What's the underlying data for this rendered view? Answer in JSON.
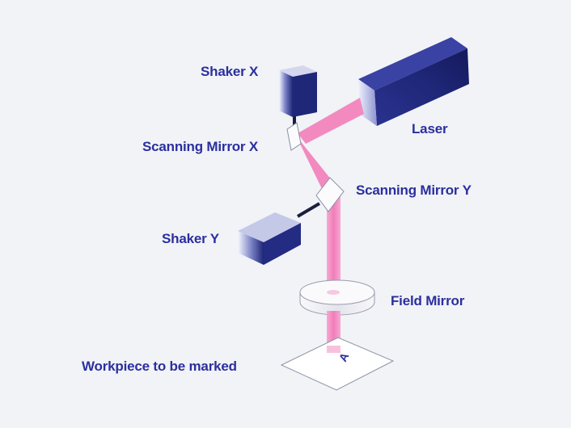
{
  "labels": {
    "shaker_x": "Shaker X",
    "laser": "Laser",
    "scanning_mirror_x": "Scanning Mirror X",
    "scanning_mirror_y": "Scanning Mirror Y",
    "shaker_y": "Shaker Y",
    "field_mirror": "Field Mirror",
    "workpiece": "Workpiece to be marked"
  },
  "workpiece_mark": "A",
  "colors": {
    "label_text": "#2b2f9e",
    "beam": "#f28ac0",
    "device_dark": "#1d2576",
    "device_light": "#eef0fb",
    "background": "#f1f3f7"
  }
}
